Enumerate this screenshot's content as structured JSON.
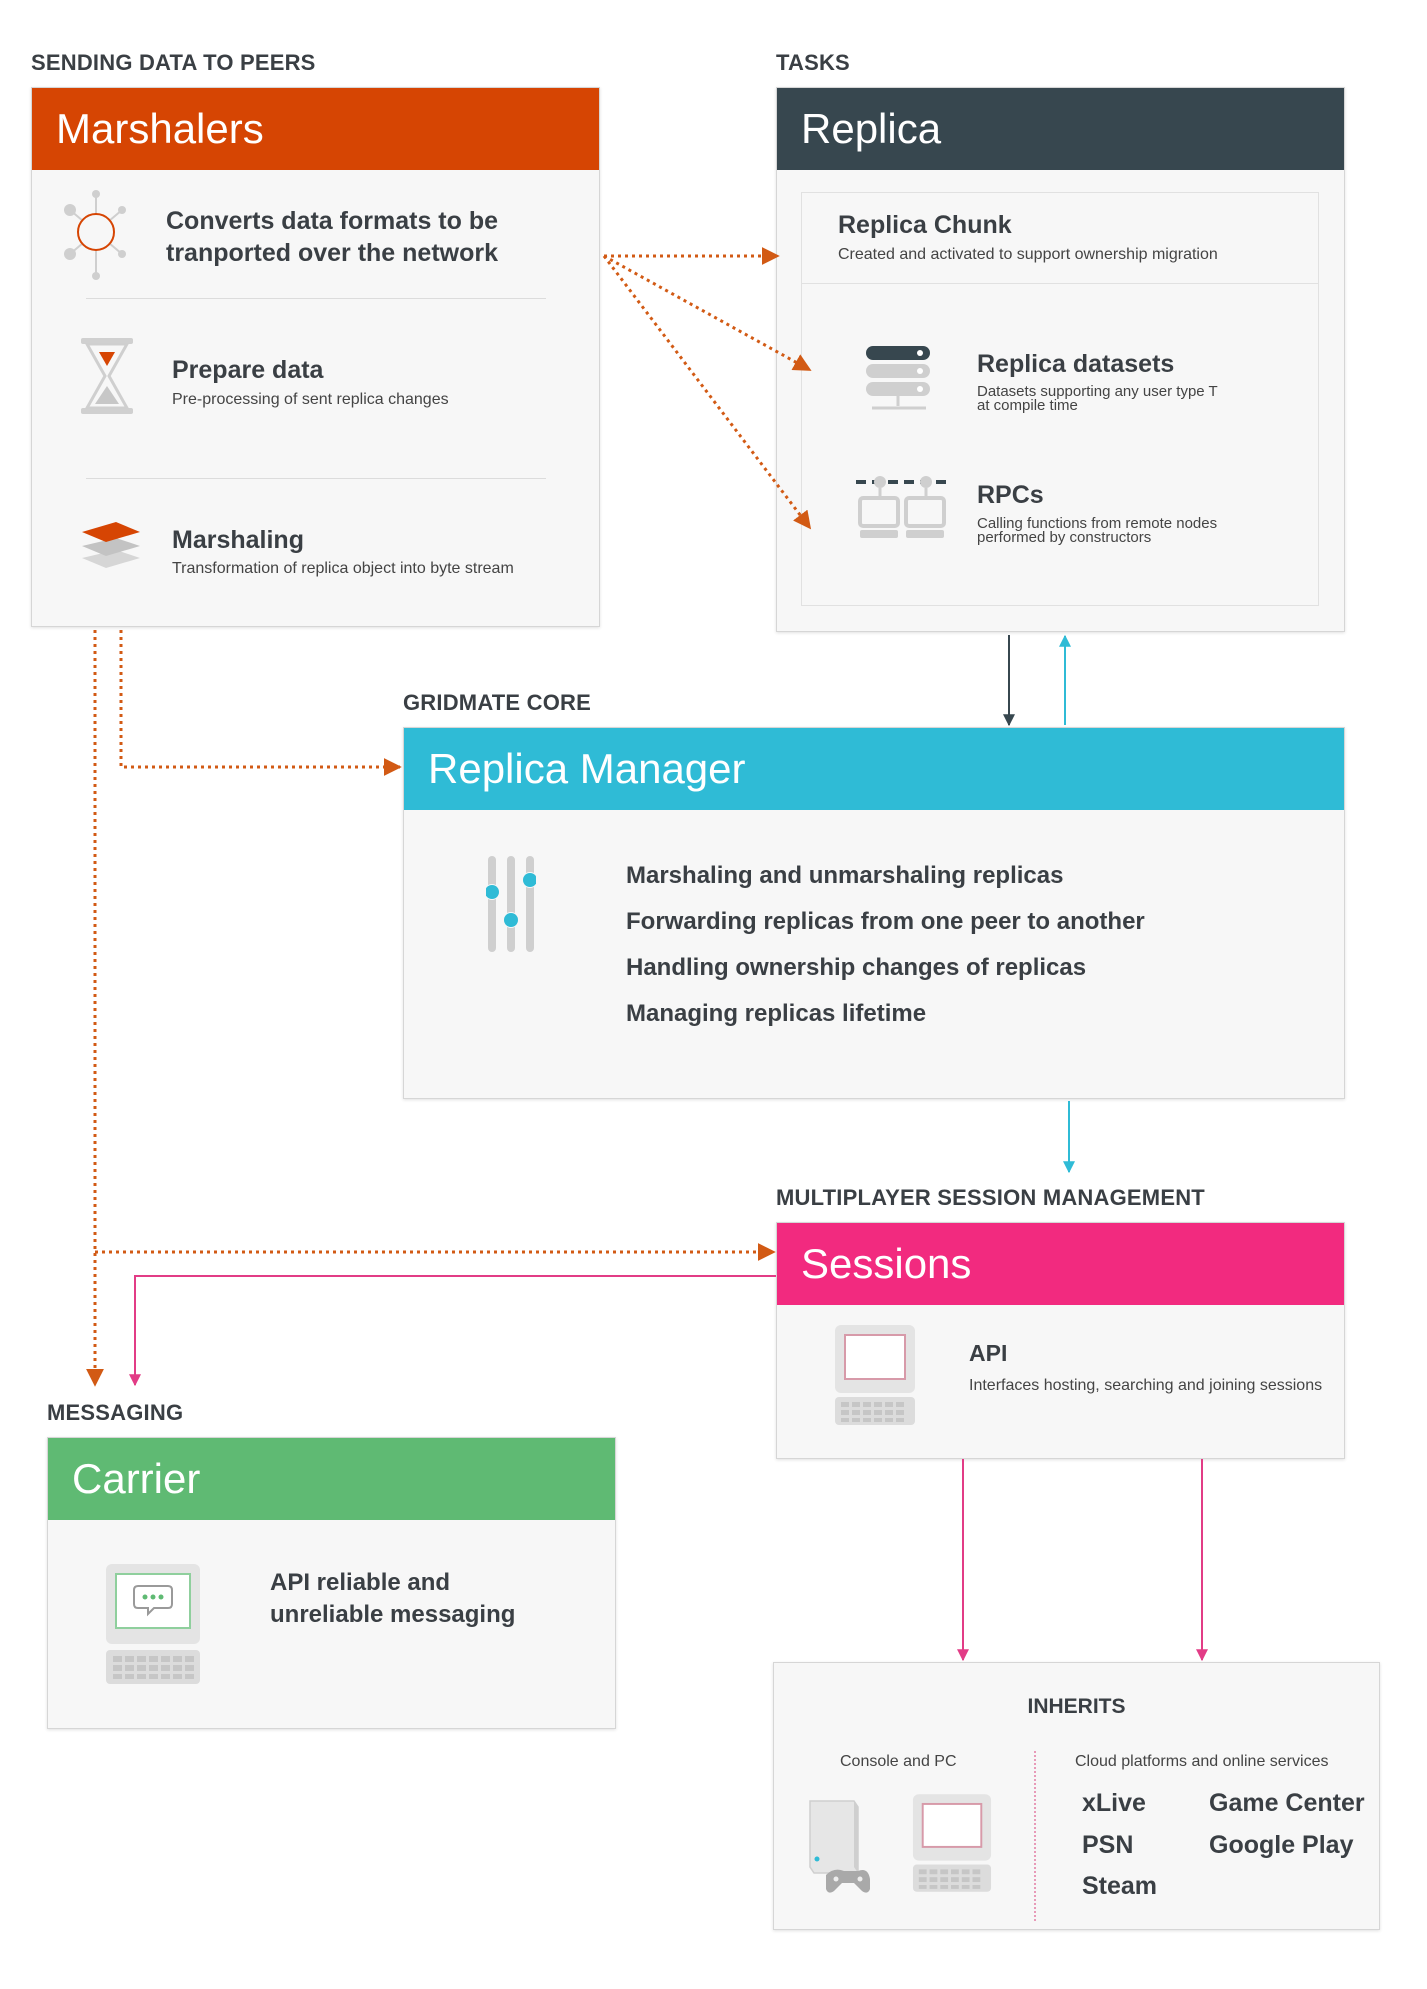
{
  "colors": {
    "marshalers": "#d64503",
    "replica": "#37474f",
    "replica_manager": "#2fbbd6",
    "sessions": "#f22a7f",
    "carrier": "#5fba73",
    "dotted_arrow": "#d25a14",
    "pink_arrow": "#e23c86",
    "cyan_arrow": "#2fbbd6"
  },
  "sections": {
    "sending": "SENDING DATA TO PEERS",
    "tasks": "TASKS",
    "core": "GRIDMATE CORE",
    "session_mgmt": "MULTIPLAYER SESSION MANAGEMENT",
    "messaging": "MESSAGING"
  },
  "marshalers": {
    "header": "Marshalers",
    "items": [
      {
        "title_line1": "Converts data formats to be",
        "title_line2": "tranported over the network",
        "icon": "network-node-icon"
      },
      {
        "title": "Prepare data",
        "desc": "Pre-processing of sent replica changes",
        "icon": "hourglass-icon"
      },
      {
        "title": "Marshaling",
        "desc": "Transformation of replica object into byte stream",
        "icon": "layers-icon"
      }
    ]
  },
  "replica": {
    "header": "Replica",
    "chunk": {
      "title": "Replica Chunk",
      "desc": "Created and activated to support ownership migration"
    },
    "datasets": {
      "title": "Replica datasets",
      "desc_line1": "Datasets supporting any user type T",
      "desc_line2": "at compile time",
      "icon": "server-stack-icon"
    },
    "rpcs": {
      "title": "RPCs",
      "desc_line1": "Calling functions from remote nodes",
      "desc_line2": "performed by constructors",
      "icon": "networked-computers-icon"
    }
  },
  "replica_manager": {
    "header": "Replica Manager",
    "icon": "sliders-icon",
    "items": [
      "Marshaling and unmarshaling replicas",
      "Forwarding replicas from one peer to another",
      "Handling ownership changes of replicas",
      "Managing replicas lifetime"
    ]
  },
  "sessions": {
    "header": "Sessions",
    "api": {
      "title": "API",
      "desc": "Interfaces hosting, searching and joining sessions",
      "icon": "computer-icon"
    }
  },
  "carrier": {
    "header": "Carrier",
    "title_line1": "API reliable and",
    "title_line2": "unreliable messaging",
    "icon": "chat-computer-icon"
  },
  "inherits": {
    "title": "INHERITS",
    "console_label": "Console and PC",
    "cloud_label": "Cloud platforms and online services",
    "platforms": [
      "xLive",
      "PSN",
      "Steam",
      "Game Center",
      "Google Play"
    ]
  }
}
